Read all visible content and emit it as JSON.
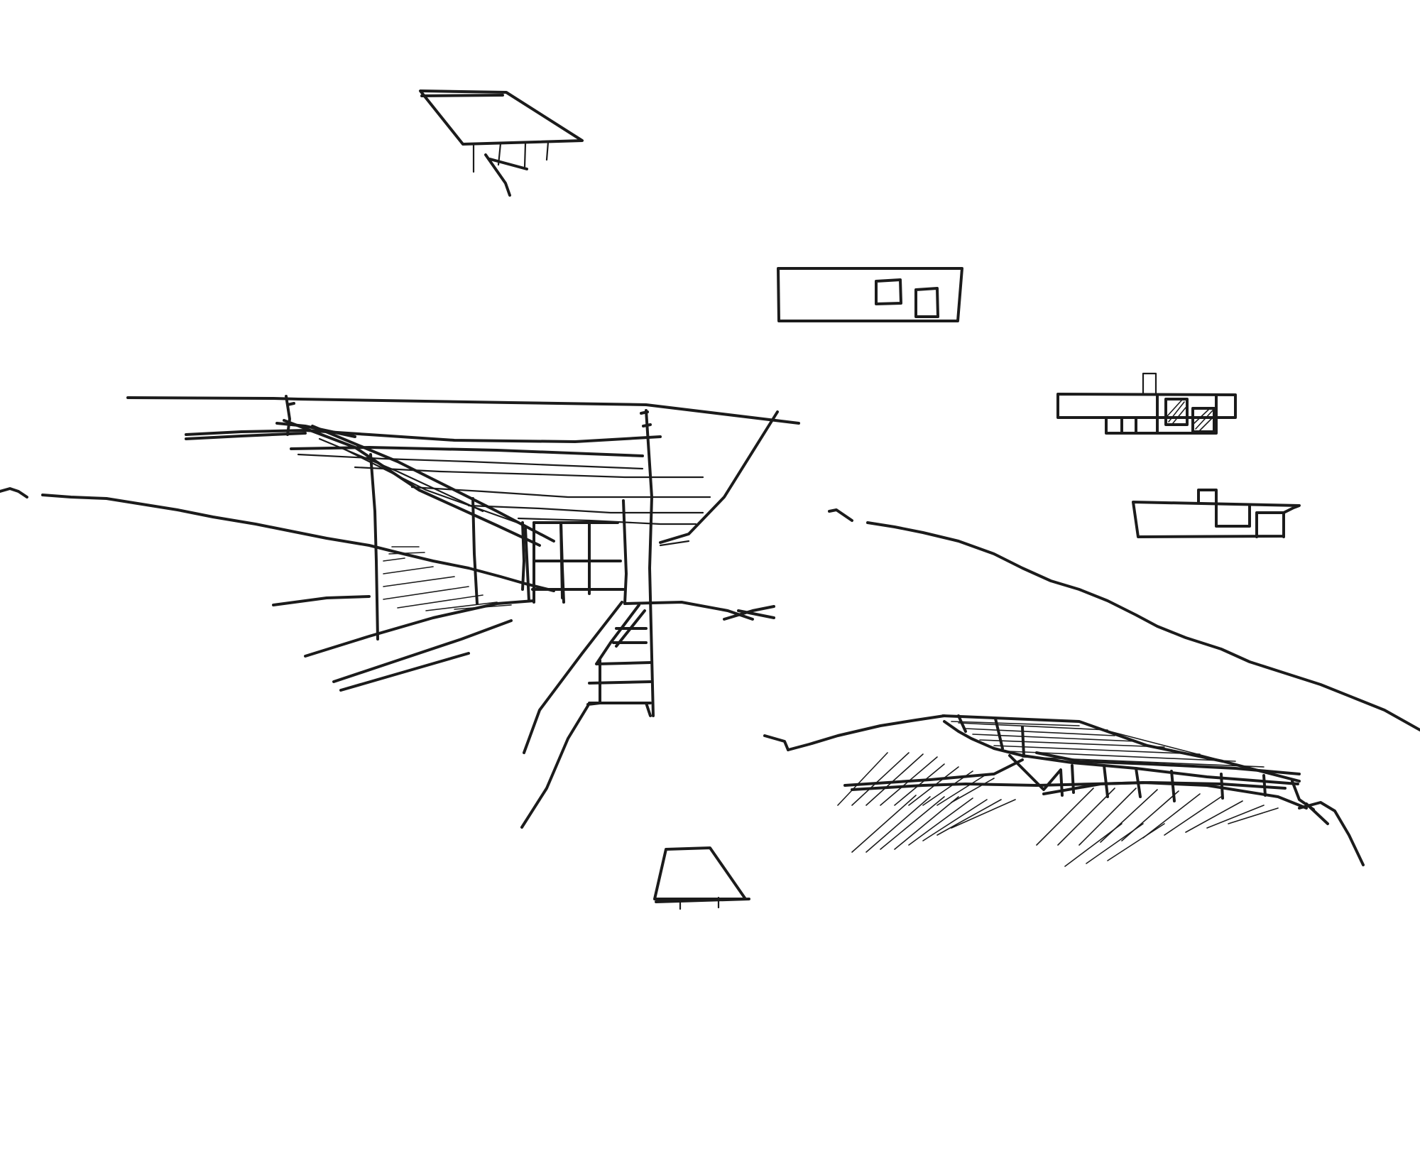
{
  "title": "",
  "colors": {
    "paper": "#ffffff",
    "ink": "#1b1b1b"
  },
  "drawing": {
    "medium": "ink pen sketch",
    "subjects": [
      "roof-plan-thumbnail",
      "elevation-box-thumbnail",
      "stepped-elevation-thumbnails",
      "cantilevered-pavilion-perspective",
      "hillside-profile",
      "roof-terrace-on-slope",
      "trapezoid-section-thumbnail"
    ]
  }
}
